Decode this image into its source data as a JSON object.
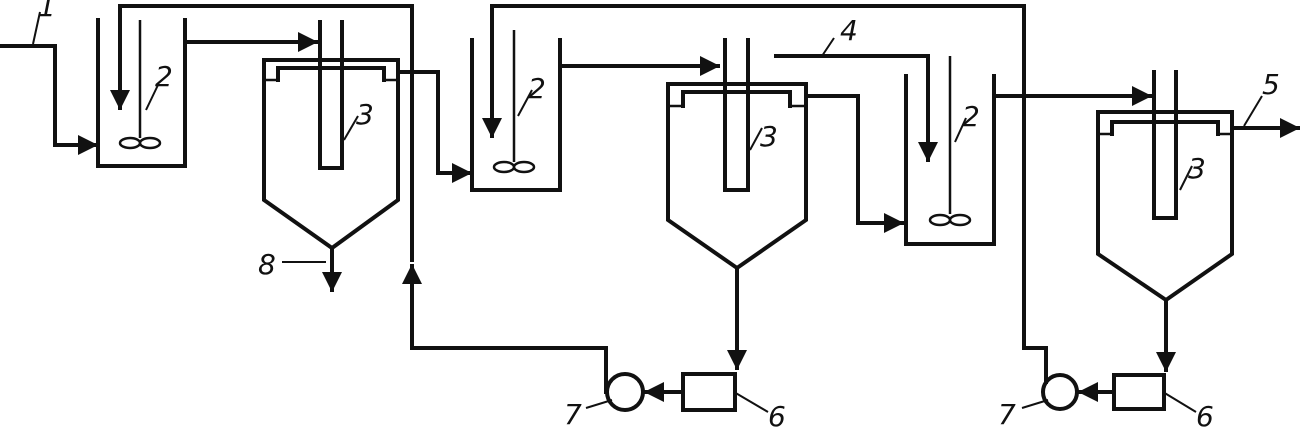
{
  "labels": {
    "inlet": "1",
    "mixer": "2",
    "central_pipe": "3",
    "reagent": "4",
    "outlet": "5",
    "sludge_tank": "6",
    "pump": "7",
    "sludge_out": "8"
  },
  "icons": {
    "stirrer": "propeller-stirrer",
    "pump": "circle-pump",
    "sludge_tank": "rectangle-collector"
  },
  "colors": {
    "ink": "#111111",
    "paper": "#ffffff"
  }
}
